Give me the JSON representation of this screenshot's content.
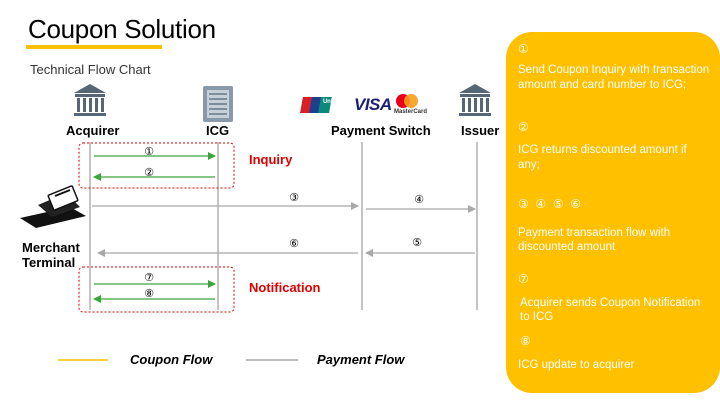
{
  "title": "Coupon Solution",
  "subtitle": "Technical Flow Chart",
  "actors": {
    "acquirer": "Acquirer",
    "icg": "ICG",
    "payment_switch": "Payment Switch",
    "issuer": "Issuer",
    "merchant_terminal_line1": "Merchant",
    "merchant_terminal_line2": "Terminal"
  },
  "card_logos": {
    "unionpay": "UnionPay",
    "visa": "VISA",
    "mastercard": "MasterCard"
  },
  "regions": {
    "inquiry": "Inquiry",
    "notification": "Notification"
  },
  "steps": [
    "①",
    "②",
    "③",
    "④",
    "⑤",
    "⑥",
    "⑦",
    "⑧"
  ],
  "legend": {
    "coupon_flow": "Coupon Flow",
    "payment_flow": "Payment Flow"
  },
  "colors": {
    "coupon_arrow": "#3aa53a",
    "payment_arrow": "#a8a8a8",
    "legend_coupon": "#ffc000",
    "legend_payment": "#a8a8a8",
    "region_border": "#e00000",
    "panel": "#ffc000"
  },
  "panel": {
    "s1_num": "①",
    "s1_line1": "Send Coupon Inquiry with transaction",
    "s1_line2": "amount and card number to ICG;",
    "s2_num": "②",
    "s2_line1": "ICG returns discounted amount if",
    "s2_line2": "any;",
    "s3_nums": "③  ④  ⑤  ⑥",
    "s3_line1": "Payment transaction flow with",
    "s3_line2": "discounted amount",
    "s7_num": "⑦",
    "s7_line1": "Acquirer sends Coupon Notification",
    "s7_line2": "to ICG",
    "s8_num": "⑧",
    "s8_line1": "ICG update to acquirer"
  }
}
